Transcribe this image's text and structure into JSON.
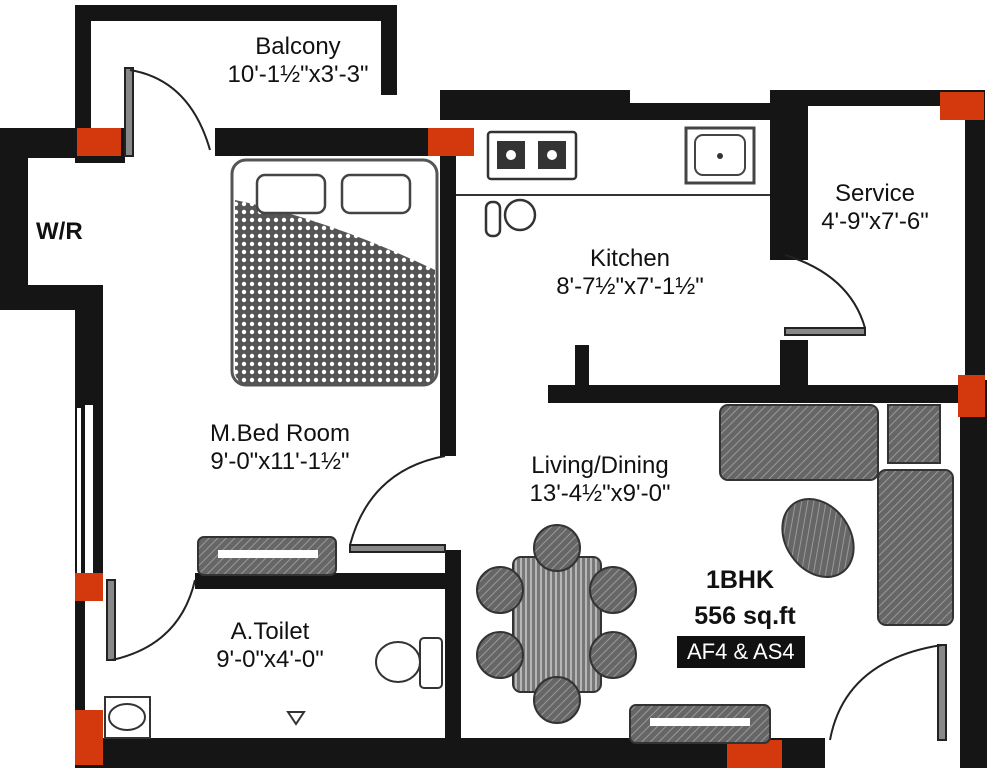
{
  "plan": {
    "unit_type": "1BHK",
    "area": "556 sq.ft",
    "unit_codes": "AF4 & AS4",
    "colors": {
      "wall": "#151515",
      "column": "#d4380d",
      "furniture": "#5a5a5a",
      "background": "#ffffff"
    }
  },
  "rooms": {
    "balcony": {
      "name": "Balcony",
      "dim": "10'-1½\"x3'-3\""
    },
    "kitchen": {
      "name": "Kitchen",
      "dim": "8'-7½\"x7'-1½\""
    },
    "service": {
      "name": "Service",
      "dim": "4'-9\"x7'-6\""
    },
    "wr": {
      "name": "W/R"
    },
    "bedroom": {
      "name": "M.Bed Room",
      "dim": "9'-0\"x11'-1½\""
    },
    "living": {
      "name": "Living/Dining",
      "dim": "13'-4½\"x9'-0\""
    },
    "toilet": {
      "name": "A.Toilet",
      "dim": "9'-0\"x4'-0\""
    }
  }
}
